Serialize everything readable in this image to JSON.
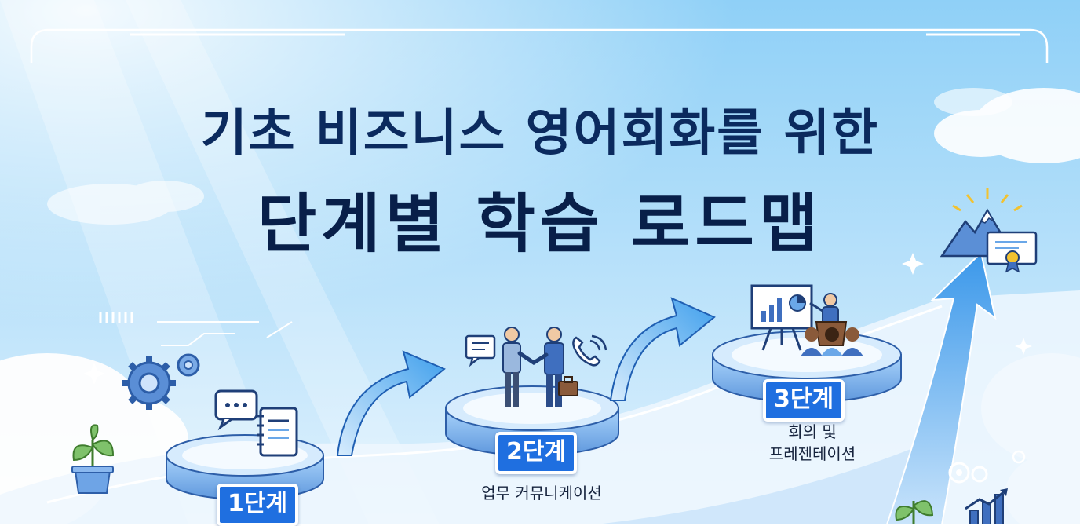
{
  "title": {
    "line1": "기초 비즈니스 영어회화를 위한",
    "line2": "단계별 학습 로드맵"
  },
  "stages": [
    {
      "badge": "1단계",
      "label": ""
    },
    {
      "badge": "2단계",
      "label": "업무 커뮤니케이션"
    },
    {
      "badge": "3단계",
      "label_line1": "회의 및",
      "label_line2": "프레젠테이션"
    }
  ],
  "colors": {
    "sky_top": "#8fd0f7",
    "sky_bottom": "#dff1fd",
    "title": "#0b2a5e",
    "badge": "#1f6fe0",
    "platform": "#6aa7e8",
    "arrow": "#4aa8ee"
  },
  "icons": [
    "gears-icon",
    "chat-bubble-icon",
    "notebook-icon",
    "plant-icon",
    "handshake-icon",
    "phone-icon",
    "briefcase-icon",
    "presentation-board-icon",
    "audience-icon",
    "mountain-icon",
    "certificate-icon",
    "growth-chart-icon",
    "sparkle-icon",
    "curved-arrow-icon"
  ]
}
